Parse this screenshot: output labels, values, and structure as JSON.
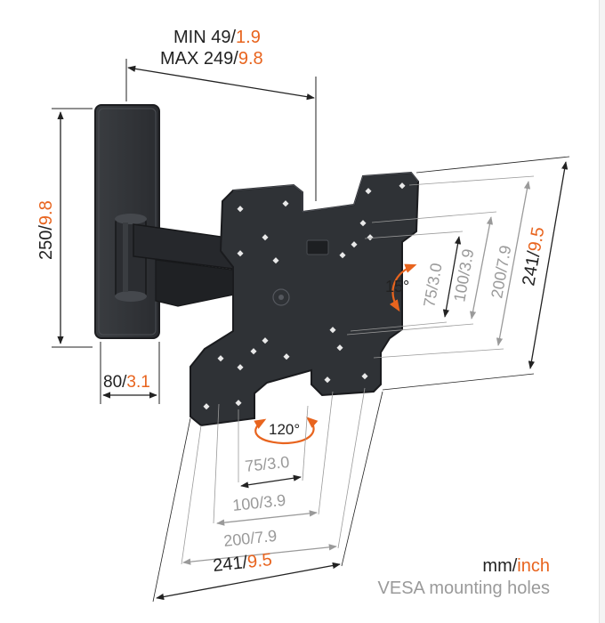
{
  "depth": {
    "min_mm": "MIN 49/",
    "min_in": "1.9",
    "max_mm": "MAX 249/",
    "max_in": "9.8"
  },
  "wall_plate": {
    "height_mm": "250/",
    "height_in": "9.8",
    "width_mm": "80/",
    "width_in": "3.1"
  },
  "tilt": {
    "angle": "15°"
  },
  "swivel": {
    "angle": "120°"
  },
  "vesa_vertical": [
    {
      "mm": "75/",
      "in": "3.0"
    },
    {
      "mm": "100/",
      "in": "3.9"
    },
    {
      "mm": "200/",
      "in": "7.9"
    },
    {
      "mm": "241/",
      "in": "9.5"
    }
  ],
  "vesa_horizontal": [
    {
      "mm": "75/",
      "in": "3.0"
    },
    {
      "mm": "100/",
      "in": "3.9"
    },
    {
      "mm": "200/",
      "in": "7.9"
    },
    {
      "mm": "241/",
      "in": "9.5"
    }
  ],
  "legend": {
    "units_mm": "mm/",
    "units_in": "inch",
    "caption": "VESA mounting holes"
  },
  "colors": {
    "accent": "#e8641e",
    "product": "#2f3236",
    "secondary": "#9a9a9a",
    "text": "#222222"
  }
}
